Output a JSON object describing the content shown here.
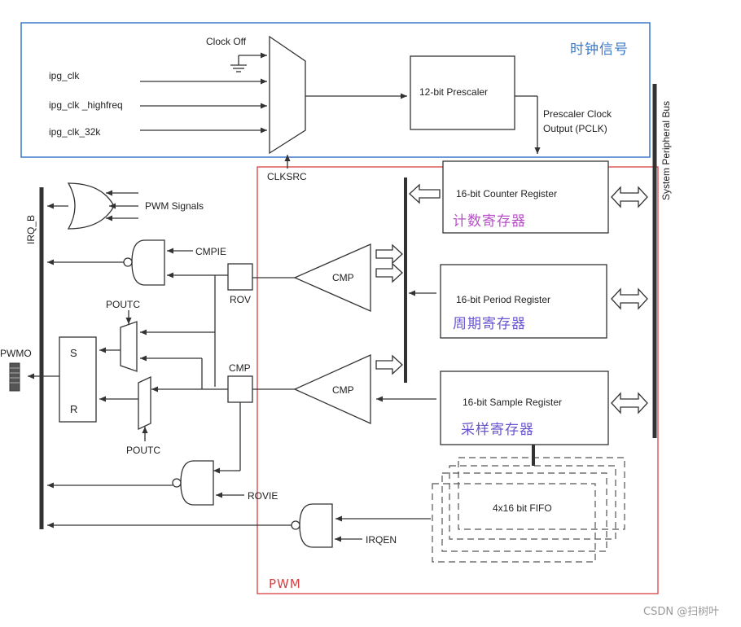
{
  "inputs": {
    "clock_off": "Clock Off",
    "ipg_clk": "ipg_clk",
    "ipg_clk_highfreq": "ipg_clk _highfreq",
    "ipg_clk_32k": "ipg_clk_32k"
  },
  "prescaler": {
    "label": "12-bit Prescaler",
    "output_line1": "Prescaler Clock",
    "output_line2": "Output (PCLK)"
  },
  "annotations": {
    "clock_signal": "时钟信号",
    "counter": "计数寄存器",
    "period": "周期寄存器",
    "sample": "采样寄存器",
    "pwm": "PWM",
    "clock_color": "#3a78c8",
    "pwm_color": "#d94040",
    "counter_color": "#b84fc8",
    "register_color": "#6a55d0"
  },
  "registers": {
    "counter": "16-bit Counter Register",
    "period": "16-bit Period Register",
    "sample": "16-bit Sample Register",
    "fifo": "4x16 bit FIFO"
  },
  "bus": {
    "label": "System Peripheral Bus"
  },
  "logic": {
    "clksrc": "CLKSRC",
    "irq_b": "IRQ_B",
    "pwm_signals": "PWM Signals",
    "cmpie": "CMPIE",
    "rov": "ROV",
    "cmp_box": "CMP",
    "cmp1": "CMP",
    "cmp2": "CMP",
    "poutc_top": "POUTC",
    "poutc_bottom": "POUTC",
    "pwmo": "PWMO",
    "s": "S",
    "r": "R",
    "rovie": "ROVIE",
    "irqen": "IRQEN"
  },
  "watermark": "CSDN @扫树叶"
}
